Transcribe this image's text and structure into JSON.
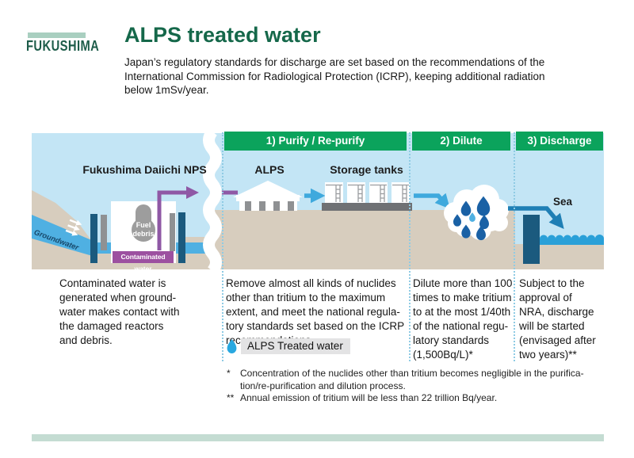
{
  "logo": {
    "text": "FUKUSHIMA"
  },
  "header": {
    "title": "ALPS treated water",
    "subtitle": "Japan’s regulatory standards for discharge are set based on the recommendations of the\nInternational Commission for Radiological Protection (ICRP), keeping additional radiation\nbelow 1mSv/year."
  },
  "process": {
    "source_description": "Contaminated water is\ngenerated when ground-\nwater makes contact with\nthe damaged reactors\nand debris.",
    "steps": [
      {
        "label": "1) Purify / Re-purify",
        "description": "Remove almost all kinds of nuclides\nother than tritium to the maximum\nextent, and meet the national regula-\ntory standards set based on the ICRP\nrecommendations"
      },
      {
        "label": "2) Dilute",
        "description": "Dilute more than 100\ntimes to make tritium\nto at the most 1/40th\nof the national regu-\nlatory standards\n(1,500Bq/L)*"
      },
      {
        "label": "3) Discharge",
        "description": "Subject to the\napproval of\nNRA, discharge\nwill be started\n(envisaged after\ntwo years)**"
      }
    ]
  },
  "diagram_labels": {
    "plant": "Fukushima Daiichi NPS",
    "groundwater": "Groundwater",
    "fuel_debris": "Fuel\ndebris",
    "contaminated_water": "Contaminated water",
    "alps": "ALPS",
    "storage_tanks": "Storage tanks",
    "sea": "Sea"
  },
  "legend": {
    "label": "ALPS Treated water"
  },
  "footnotes": [
    {
      "marker": "*",
      "text": "Concentration of the nuclides other than tritium becomes negligible in the purifica-\ntion/re-purification and dilution process."
    },
    {
      "marker": "**",
      "text": "Annual emission of tritium will be less than 22 trillion Bq/year."
    }
  ],
  "colors": {
    "brand_green": "#15684a",
    "step_green": "#0ba35c",
    "sky_blue": "#c3e5f5",
    "ground_beige": "#d7cdbe",
    "water_blue": "#4fb0e2",
    "treated_water_blue": "#29a8e0",
    "contaminated_purple": "#9c50a0",
    "wall_navy": "#1b5a7e"
  }
}
